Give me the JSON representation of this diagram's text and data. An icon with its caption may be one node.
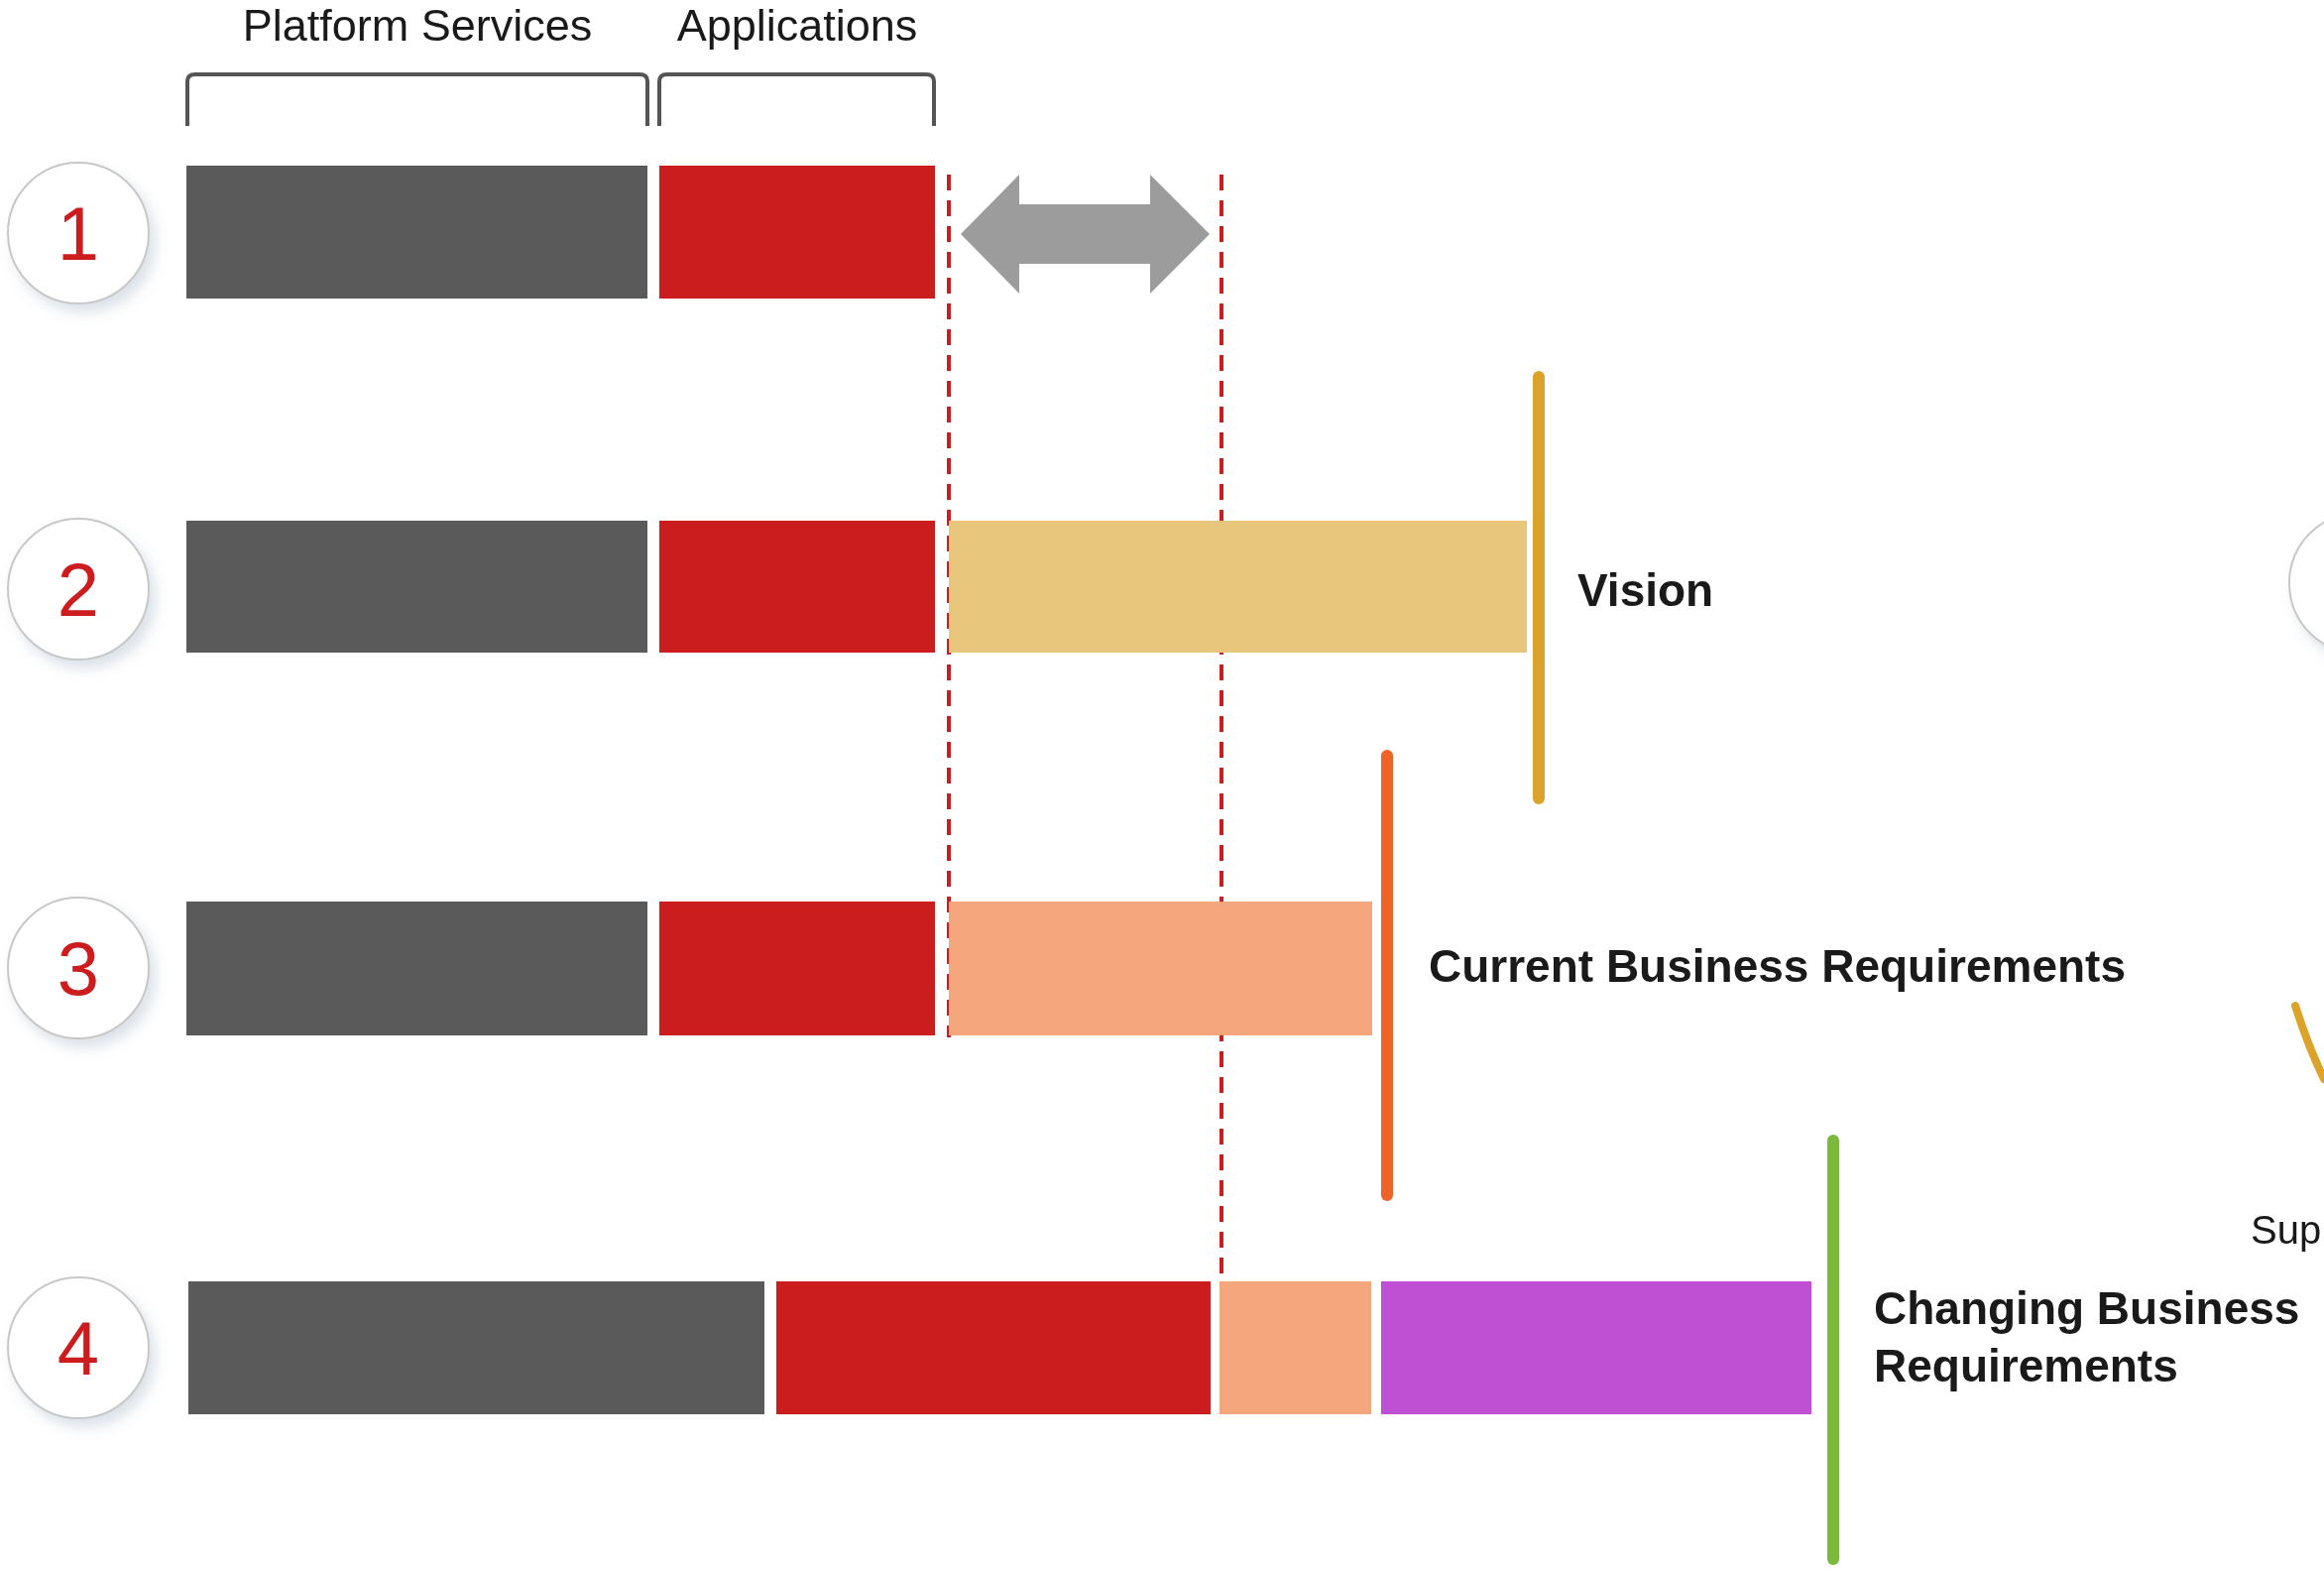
{
  "diagram": {
    "nodes": [
      {
        "text": [
          "1"
        ]
      },
      {
        "text": [],
        "shape": "bar"
      },
      {
        "text": [],
        "shape": "bar"
      },
      {
        "text": [
          "2"
        ]
      },
      {
        "text": [],
        "shape": "bar"
      },
      {
        "text": [],
        "shape": "bar"
      },
      {
        "text": [],
        "shape": "bar"
      },
      {
        "text": [],
        "shape": "circle"
      },
      {
        "text": [
          "3"
        ]
      },
      {
        "text": [],
        "shape": "bar"
      },
      {
        "text": [],
        "shape": "bar"
      },
      {
        "text": [],
        "shape": "bar"
      },
      {
        "text": [
          "4"
        ]
      },
      {
        "text": [],
        "shape": "bar"
      },
      {
        "text": [],
        "shape": "bar"
      },
      {
        "text": [],
        "shape": "bar"
      },
      {
        "text": [],
        "shape": "bar"
      }
    ],
    "labels": [
      "Platform Services",
      "Applications",
      "Vision",
      "Current Business Requirements",
      "Changing Business Requirements",
      "Sup"
    ]
  }
}
